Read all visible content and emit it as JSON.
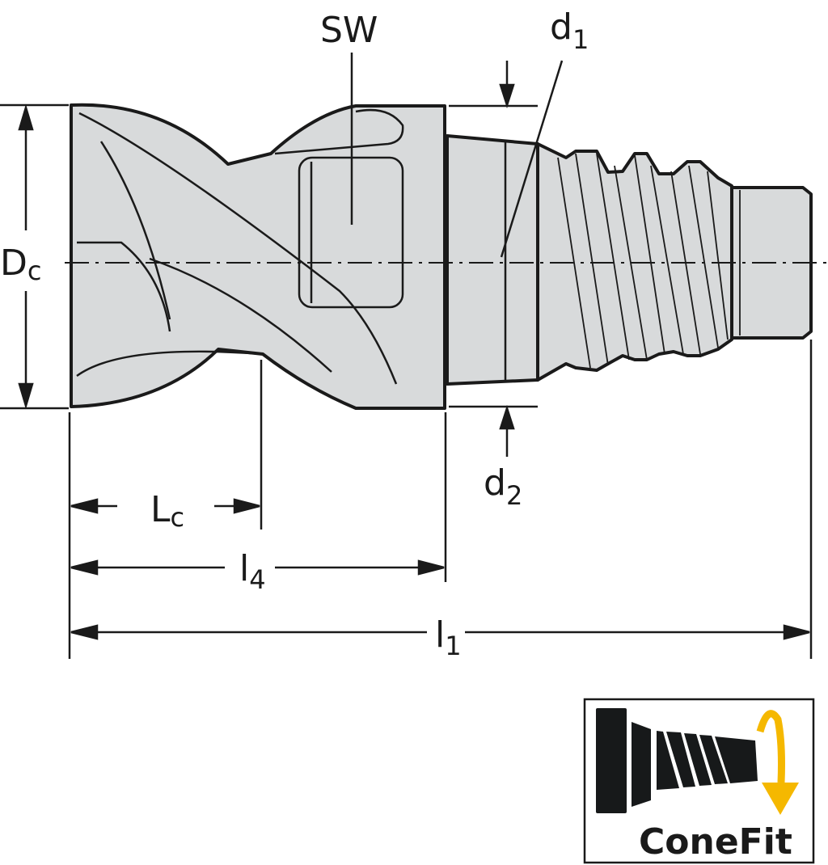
{
  "labels": {
    "sw": "SW",
    "d1": {
      "main": "d",
      "sub": "1"
    },
    "d2": {
      "main": "d",
      "sub": "2"
    },
    "dc": {
      "main": "D",
      "sub": "c"
    },
    "lc": {
      "main": "L",
      "sub": "c"
    },
    "l4": {
      "main": "l",
      "sub": "4"
    },
    "l1": {
      "main": "l",
      "sub": "1"
    }
  },
  "logo": {
    "text": "ConeFit",
    "arrow_color": "#f5b800"
  },
  "colors": {
    "body_fill": "#d8dadb",
    "outline": "#1a1a1a"
  }
}
